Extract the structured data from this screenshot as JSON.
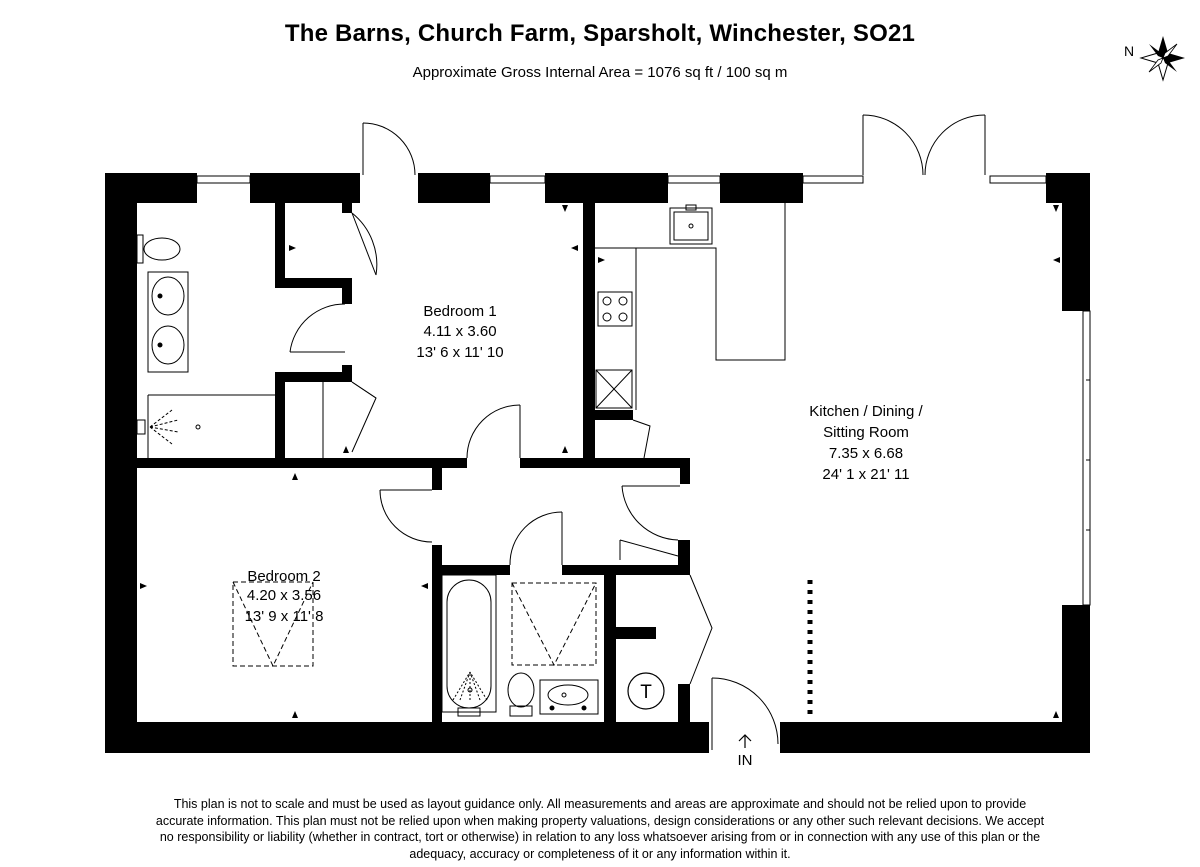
{
  "header": {
    "title": "The Barns, Church Farm, Sparsholt, Winchester, SO21",
    "subtitle": "Approximate Gross Internal Area = 1076 sq ft / 100 sq m"
  },
  "compass": {
    "label": "N",
    "icon": "compass-rose-icon"
  },
  "rooms": {
    "bedroom1": {
      "name": "Bedroom 1",
      "metric": "4.11 x 3.60",
      "imperial": "13' 6 x 11' 10"
    },
    "bedroom2": {
      "name": "Bedroom 2",
      "metric": "4.20 x 3.56",
      "imperial": "13' 9 x 11' 8"
    },
    "kitchen": {
      "name_line1": "Kitchen / Dining /",
      "name_line2": "Sitting Room",
      "metric": "7.35 x 6.68",
      "imperial": "24' 1 x 21' 11"
    }
  },
  "entrance": {
    "label": "IN"
  },
  "cupboard": {
    "label": "T"
  },
  "disclaimer": "This plan is not to scale and must be used as layout guidance only. All measurements and areas are approximate and should not be relied upon to provide accurate information. This plan must not be relied upon when making property valuations, design considerations or any other such relevant decisions. We accept no responsibility or liability (whether in contract, tort or otherwise) in relation to any loss whatsoever arising from or in connection with any use of this plan or the adequacy, accuracy or completeness of it or any information within it."
}
